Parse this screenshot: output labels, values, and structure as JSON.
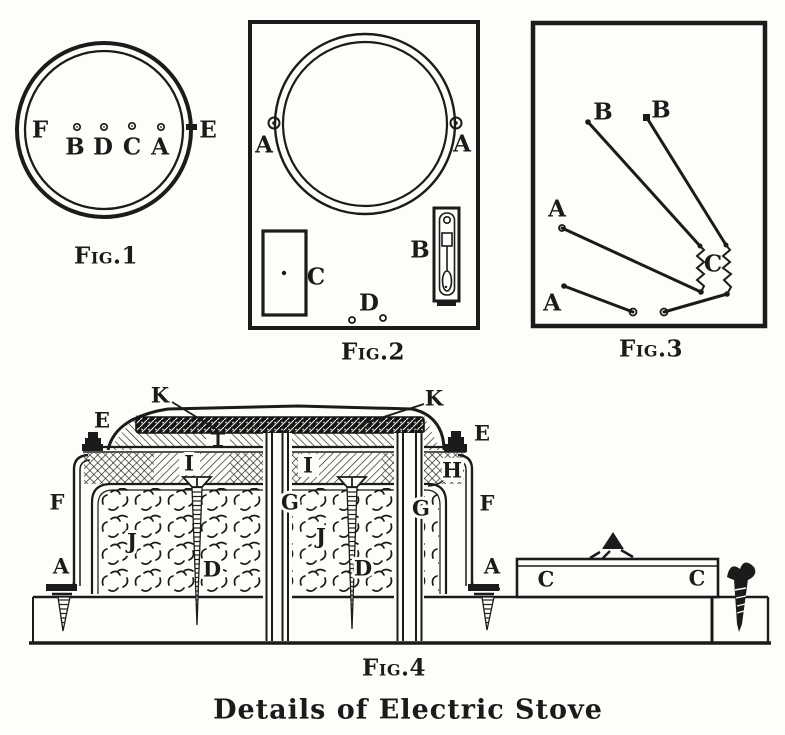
{
  "caption": "Details of Electric Stove",
  "palette": {
    "ink": "#1b1b1b",
    "paper": "#fdfdfa"
  },
  "fig1": {
    "title": "Fig.1",
    "labels": {
      "f": "F",
      "b": "B",
      "d": "D",
      "c": "C",
      "a": "A",
      "e": "E"
    }
  },
  "fig2": {
    "title": "Fig.2",
    "labels": {
      "a_left": "A",
      "a_right": "A",
      "b": "B",
      "c": "C",
      "d": "D"
    }
  },
  "fig3": {
    "title": "Fig.3",
    "labels": {
      "b_left": "B",
      "b_right": "B",
      "a_upper": "A",
      "a_lower": "A",
      "c": "C"
    }
  },
  "fig4": {
    "title": "Fig.4",
    "labels": {
      "k_left": "K",
      "k_right": "K",
      "e_left": "E",
      "e_right": "E",
      "f_left": "F",
      "f_right": "F",
      "a_left": "A",
      "a_right": "A",
      "i_left": "I",
      "i_right": "I",
      "g_left": "G",
      "g_right": "G",
      "h": "H",
      "j_left": "J",
      "j_center": "J",
      "d_left": "D",
      "d_center": "D",
      "c_left": "C",
      "c_right": "C"
    }
  }
}
